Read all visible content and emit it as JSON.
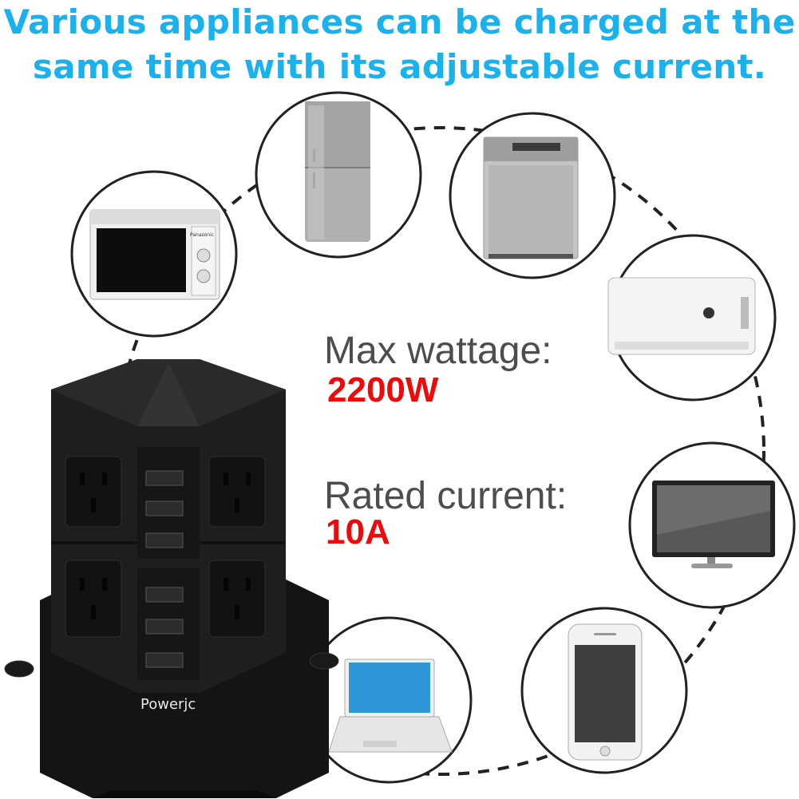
{
  "headline": {
    "line1": "Various appliances can be charged at the",
    "line2": "same time with its adjustable current."
  },
  "specs": {
    "wattage_label": "Max wattage:",
    "wattage_value": "2200W",
    "current_label": "Rated current:",
    "current_value": "10A"
  },
  "product": {
    "brand": "Powerjc"
  },
  "appliances": [
    "microwave",
    "refrigerator",
    "washing-machine",
    "air-conditioner",
    "television",
    "smartphone",
    "laptop"
  ],
  "microwave_badge": "Panasonic",
  "colors": {
    "headline": "#1ab2ee",
    "spec_label": "#4d4d4d",
    "spec_value": "#ee0a0a",
    "tower": "#1e1e1e"
  }
}
